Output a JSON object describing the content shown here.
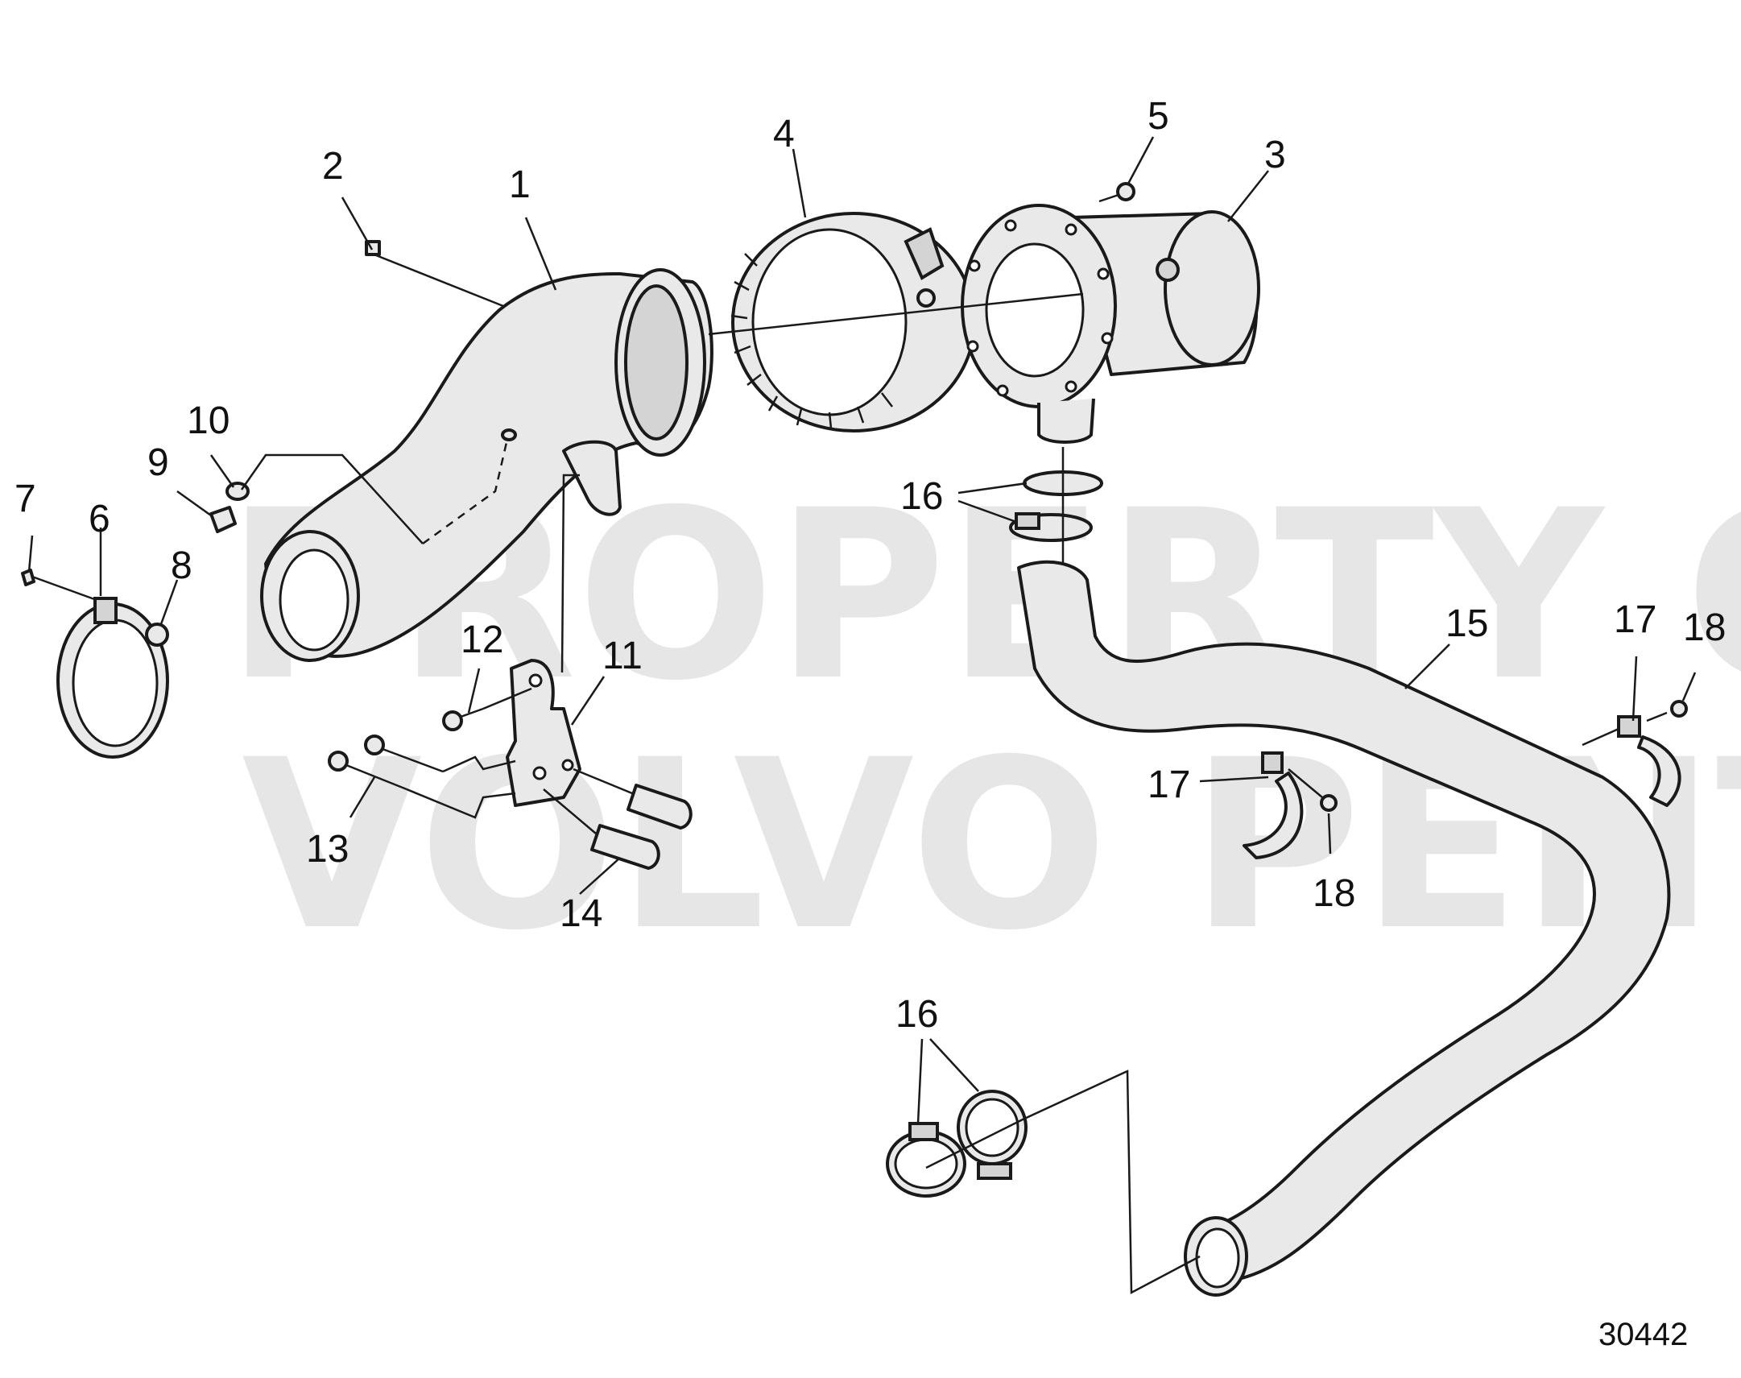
{
  "diagram": {
    "watermark_line1": "PROPERTY OF",
    "watermark_line2": "VOLVO PENTA",
    "reference_number": "30442",
    "callouts": {
      "c1": "1",
      "c2": "2",
      "c3": "3",
      "c4": "4",
      "c5": "5",
      "c6": "6",
      "c7": "7",
      "c8": "8",
      "c9": "9",
      "c10": "10",
      "c11": "11",
      "c12": "12",
      "c13": "13",
      "c14": "14",
      "c15": "15",
      "c16a": "16",
      "c16b": "16",
      "c17a": "17",
      "c17b": "17",
      "c18a": "18",
      "c18b": "18"
    }
  }
}
